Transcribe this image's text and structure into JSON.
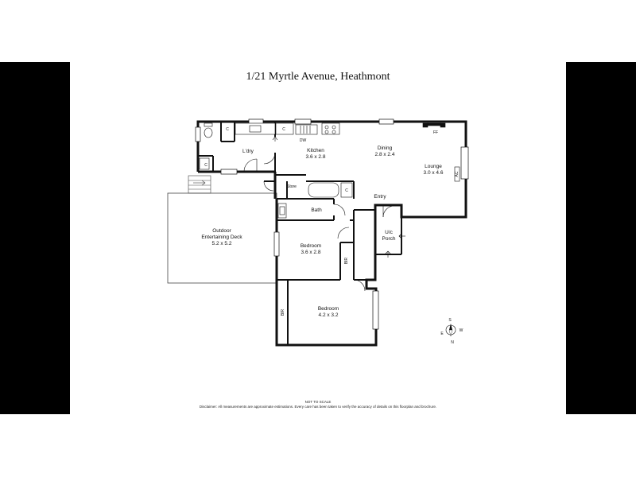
{
  "title": "1/21 Myrtle Avenue, Heathmont",
  "rooms": {
    "laundry": {
      "name": "L'dry"
    },
    "kitchen": {
      "name": "Kitchen",
      "size": "3.6 x 2.8"
    },
    "dining": {
      "name": "Dining",
      "size": "2.8 x 2.4"
    },
    "lounge": {
      "name": "Lounge",
      "size": "3.0 x 4.6"
    },
    "deck": {
      "name1": "Outdoor",
      "name2": "Entertaining Deck",
      "size": "5.2 x 5.2"
    },
    "store": {
      "name": "Store"
    },
    "bath": {
      "name": "Bath"
    },
    "entry": {
      "name": "Entry"
    },
    "porch": {
      "name1": "U/c",
      "name2": "Porch"
    },
    "bedroom1": {
      "name": "Bedroom",
      "size": "3.6 x 2.8"
    },
    "bedroom2": {
      "name": "Bedroom",
      "size": "4.2 x 3.2"
    }
  },
  "fixtures": {
    "cupboard": "C",
    "dishwasher": "DW",
    "fireplace": "FF",
    "aircon": "AC",
    "robe": "BIR"
  },
  "compass": {
    "n": "N",
    "s": "S",
    "e": "E",
    "w": "W"
  },
  "footer": {
    "scale": "NOT TO SCALE",
    "disclaimer": "Disclaimer: All measurements are approximate estimations. Every care has been taken to verify the accuracy of details on this floorplan and brochure."
  },
  "colors": {
    "wall": "#111111",
    "background": "#ffffff",
    "frame": "#000000"
  }
}
